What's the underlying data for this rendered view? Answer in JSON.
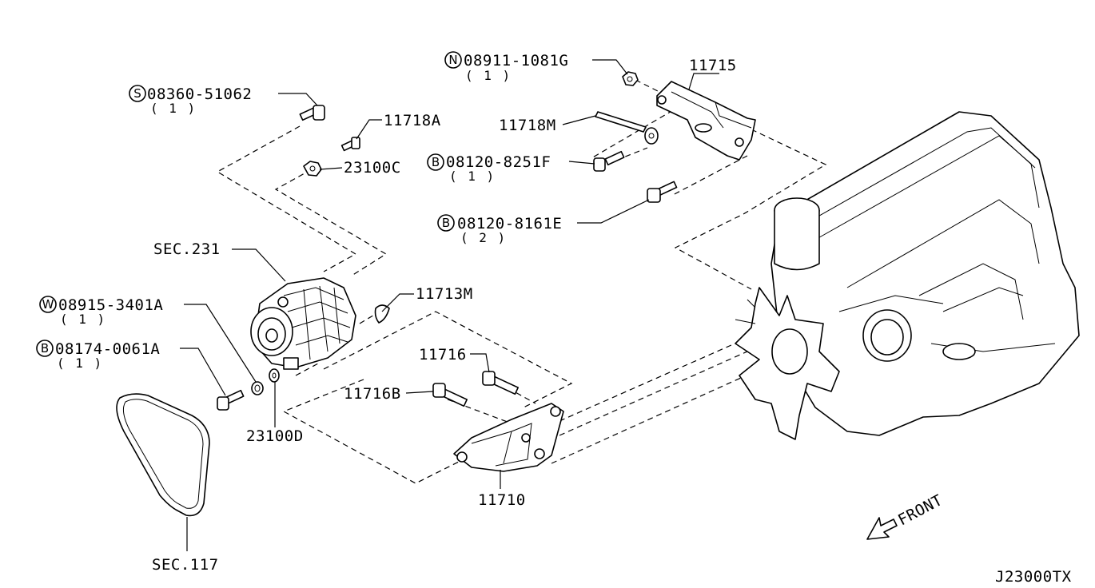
{
  "diagram": {
    "catalog_code": "J23000TX",
    "direction_label": "FRONT",
    "parts": [
      {
        "id": "p1",
        "prefix": "S",
        "number": "08360-51062",
        "qty": "( 1 )"
      },
      {
        "id": "p2",
        "prefix": "",
        "number": "11718A",
        "qty": ""
      },
      {
        "id": "p3",
        "prefix": "",
        "number": "23100C",
        "qty": ""
      },
      {
        "id": "p4",
        "prefix": "N",
        "number": "08911-1081G",
        "qty": "( 1 )"
      },
      {
        "id": "p5",
        "prefix": "",
        "number": "11715",
        "qty": ""
      },
      {
        "id": "p6",
        "prefix": "",
        "number": "11718M",
        "qty": ""
      },
      {
        "id": "p7",
        "prefix": "B",
        "number": "08120-8251F",
        "qty": "( 1 )"
      },
      {
        "id": "p8",
        "prefix": "B",
        "number": "08120-8161E",
        "qty": "( 2 )"
      },
      {
        "id": "p9",
        "prefix": "",
        "number": "SEC.231",
        "qty": ""
      },
      {
        "id": "p10",
        "prefix": "",
        "number": "11713M",
        "qty": ""
      },
      {
        "id": "p11",
        "prefix": "W",
        "number": "08915-3401A",
        "qty": "( 1 )"
      },
      {
        "id": "p12",
        "prefix": "B",
        "number": "08174-0061A",
        "qty": "( 1 )"
      },
      {
        "id": "p13",
        "prefix": "",
        "number": "11716",
        "qty": ""
      },
      {
        "id": "p14",
        "prefix": "",
        "number": "11716B",
        "qty": ""
      },
      {
        "id": "p15",
        "prefix": "",
        "number": "23100D",
        "qty": ""
      },
      {
        "id": "p16",
        "prefix": "",
        "number": "11710",
        "qty": ""
      },
      {
        "id": "p17",
        "prefix": "",
        "number": "SEC.117",
        "qty": ""
      }
    ]
  }
}
